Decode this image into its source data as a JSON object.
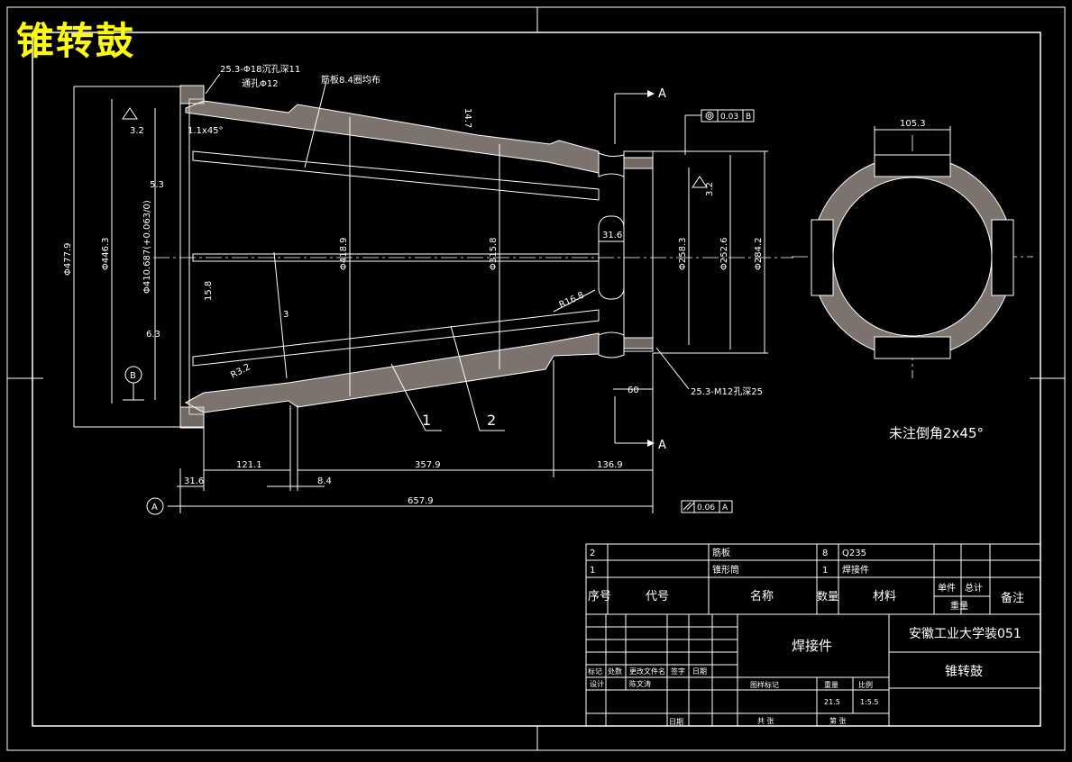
{
  "drawing": {
    "overlay_title": "锥转鼓",
    "dimensions": {
      "hole_top": "25.3-Φ18沉孔深11",
      "through_hole": "通孔Φ12",
      "plate_note": "筋板8.4圈均布",
      "height_14_7": "14.7",
      "section_label_top": "A",
      "section_label_bottom": "A",
      "chamfer": "1.1x45°",
      "rough_left": "3.2",
      "rough_right": "3.2",
      "dim_5_3": "5.3",
      "dim_6_3": "6.3",
      "dim_15_8": "15.8",
      "dia_477": "Φ477.9",
      "dia_446": "Φ446.3",
      "dia_410": "Φ410.687(+0.063/0)",
      "dia_418": "Φ418.9",
      "dia_315": "Φ315.8",
      "dia_258": "Φ258.3",
      "dia_252": "Φ252.6",
      "dia_284": "Φ284.2",
      "dim_31_6": "31.6",
      "r16": "R16.8",
      "angle_3": "3",
      "r23": "R3.2",
      "hole_bottom": "25.3-M12孔深25",
      "dim_60": "60",
      "dim_121": "121.1",
      "dim_357": "357.9",
      "dim_136": "136.9",
      "dim_31_6b": "31.6",
      "dim_8_4": "8.4",
      "dim_657": "657.9",
      "datum_a": "A",
      "datum_b": "B",
      "tol_top": "0.03",
      "tol_top_ref": "B",
      "tol_bottom": "0.06",
      "tol_bottom_ref": "A",
      "leader_1": "1",
      "leader_2": "2",
      "section_width": "105.3",
      "note_chamfer": "未注倒角2x45°"
    },
    "parts_list": [
      {
        "no": "2",
        "code": "",
        "name": "筋板",
        "qty": "8",
        "material": "Q235"
      },
      {
        "no": "1",
        "code": "",
        "name": "锥形筒",
        "qty": "1",
        "material": "焊接件"
      }
    ],
    "parts_header": {
      "no": "序号",
      "code": "代号",
      "name": "名称",
      "qty": "数量",
      "material": "材料",
      "unit": "单件",
      "total": "总计",
      "weight": "重量",
      "remark": "备注"
    },
    "title_block": {
      "part_type": "焊接件",
      "school": "安徽工业大学装051",
      "drawing_name": "锥转鼓",
      "labels_row1": [
        "标记",
        "处数",
        "更改文件名",
        "签字",
        "日期"
      ],
      "labels_row2": [
        "设计",
        "陈文涛"
      ],
      "stage_label": "图样标记",
      "weight_label": "重量",
      "scale_label": "比例",
      "weight_value": "21.5",
      "scale_value": "1:5.5",
      "sheet_total": "共  张",
      "sheet_no": "第  张",
      "date_label": "日期"
    }
  }
}
